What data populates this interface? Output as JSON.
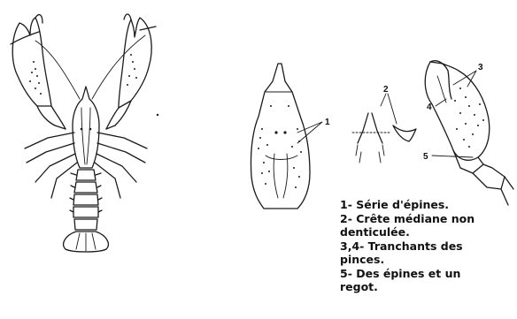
{
  "callouts": {
    "c1": "1",
    "c2": "2",
    "c3": "3",
    "c4": "4",
    "c5": "5"
  },
  "legend": {
    "lines": [
      "1- Série d'épines.",
      "2- Crête médiane non",
      "denticulée.",
      "3,4- Tranchants des",
      "pinces.",
      "5- Des épines et un",
      "regot."
    ]
  }
}
